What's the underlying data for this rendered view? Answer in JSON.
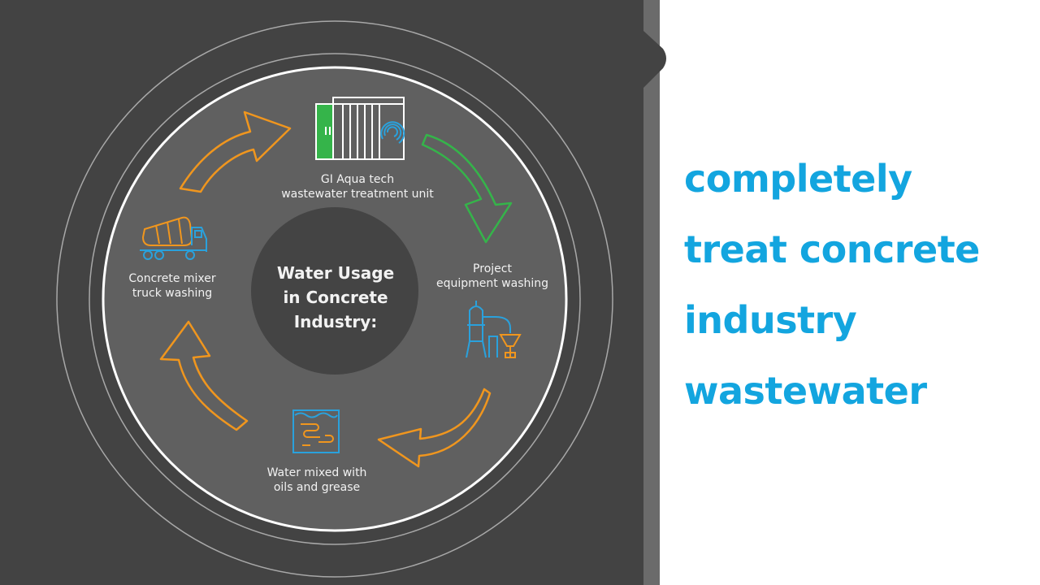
{
  "diagram": {
    "center_title": [
      "Water Usage",
      "in Concrete",
      "Industry:"
    ],
    "nodes": [
      {
        "id": "treatment-unit",
        "label": [
          "GI Aqua tech",
          "wastewater treatment unit"
        ],
        "icon": "container-unit-icon"
      },
      {
        "id": "equipment-washing",
        "label": [
          "Project",
          "equipment washing"
        ],
        "icon": "silo-plant-icon"
      },
      {
        "id": "water-oils",
        "label": [
          "Water mixed with",
          "oils and grease"
        ],
        "icon": "oily-water-icon"
      },
      {
        "id": "truck-washing",
        "label": [
          "Concrete mixer",
          "truck washing"
        ],
        "icon": "mixer-truck-icon"
      }
    ],
    "colors": {
      "orange": "#f0961e",
      "green": "#35b44a",
      "blue": "#2aa1dc",
      "ring_fill": "#606060",
      "hub_fill": "#444444",
      "label_text": "#f2f2f2",
      "headline": "#13a5df"
    }
  },
  "headline": {
    "lines": [
      "completely",
      "treat concrete",
      "industry",
      "wastewater"
    ]
  }
}
